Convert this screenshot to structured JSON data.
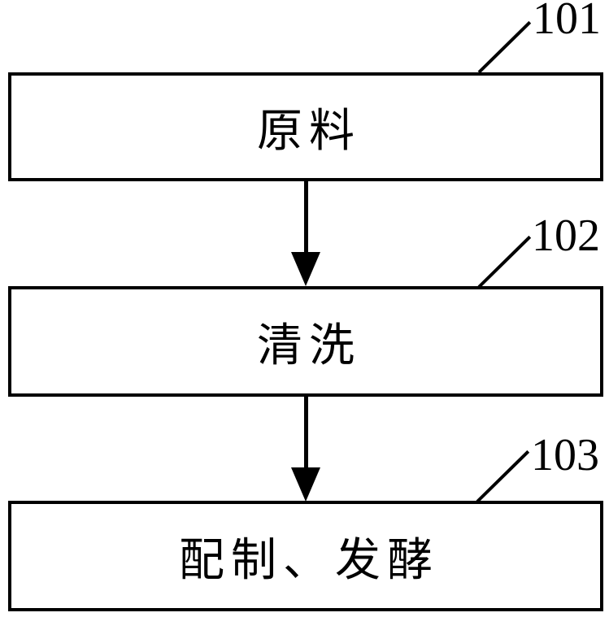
{
  "figure": {
    "type": "flowchart",
    "background": "#ffffff",
    "line_color": "#000000",
    "steps": [
      {
        "ref": "101",
        "label": "原料"
      },
      {
        "ref": "102",
        "label": "清洗"
      },
      {
        "ref": "103",
        "label": "配制、发酵"
      }
    ]
  }
}
